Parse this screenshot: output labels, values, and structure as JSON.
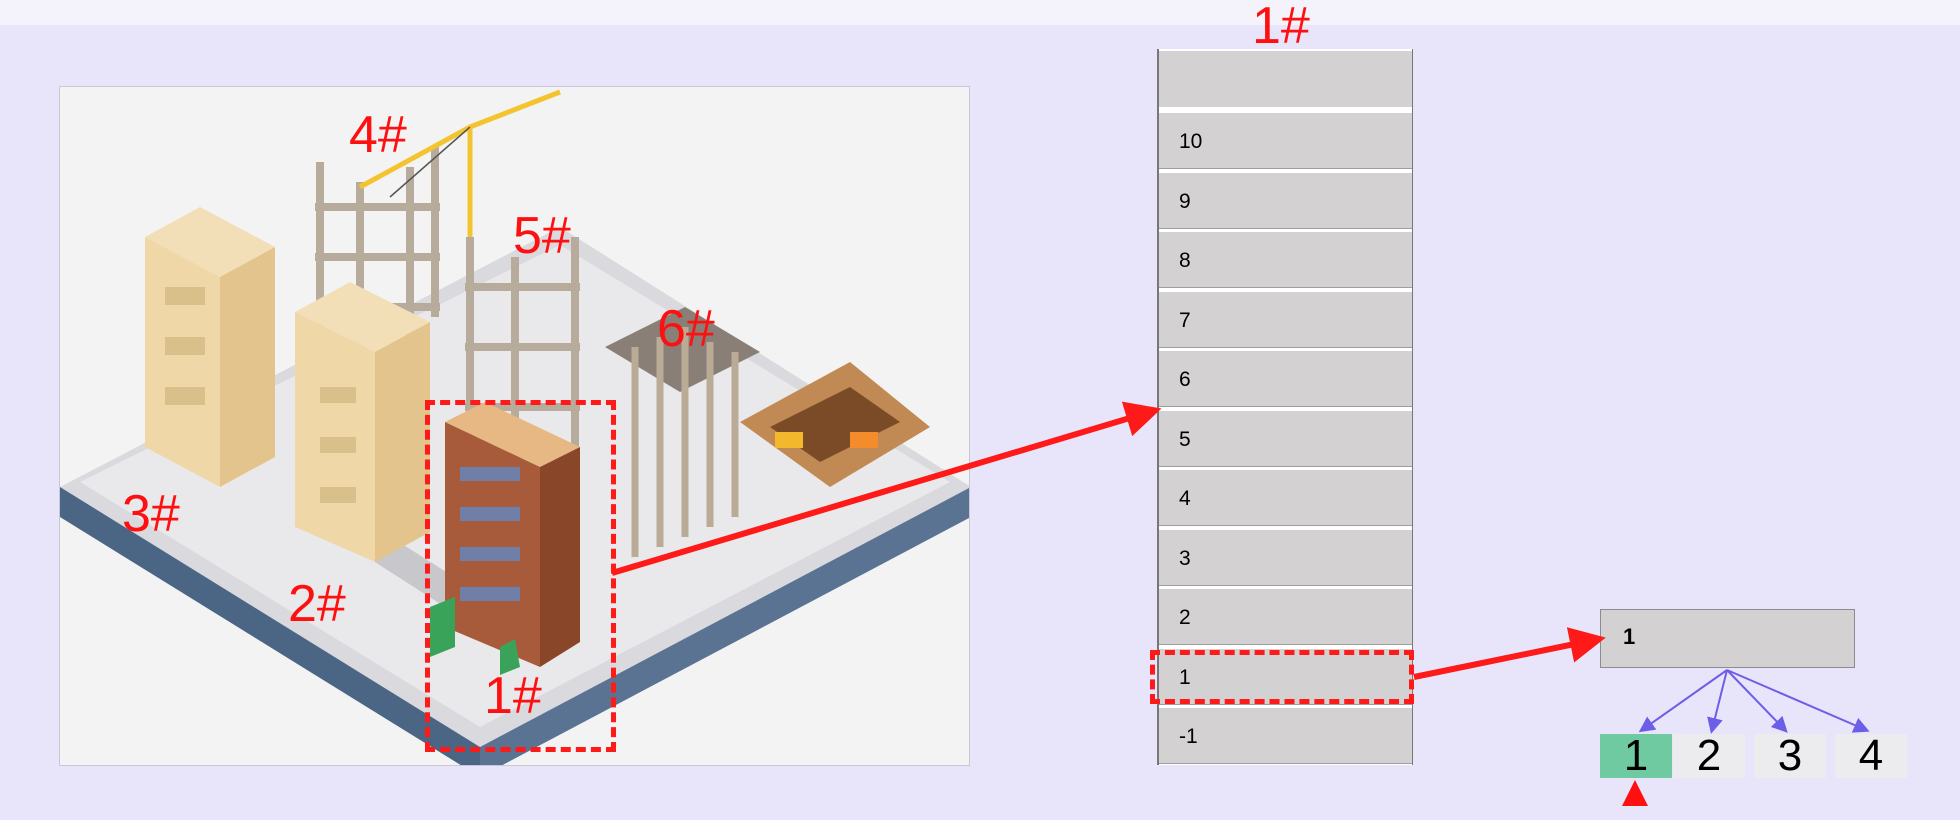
{
  "scene": {
    "building_labels": [
      {
        "id": "4",
        "text": "4#"
      },
      {
        "id": "5",
        "text": "5#"
      },
      {
        "id": "6",
        "text": "6#"
      },
      {
        "id": "3",
        "text": "3#"
      },
      {
        "id": "2",
        "text": "2#"
      },
      {
        "id": "1",
        "text": "1#"
      }
    ],
    "selected_building": "1#"
  },
  "floor_panel": {
    "title": "1#",
    "floors": [
      "10",
      "9",
      "8",
      "7",
      "6",
      "5",
      "4",
      "3",
      "2",
      "1",
      "-1"
    ],
    "selected_floor": "1"
  },
  "unit_panel": {
    "label": "1",
    "rooms": [
      "1",
      "2",
      "3",
      "4"
    ],
    "active_room": "1"
  },
  "colors": {
    "highlight": "#ff1a1a",
    "active_room": "#6fcaa2",
    "room_arrow": "#6d5ee8",
    "background": "#e8e5fb"
  }
}
